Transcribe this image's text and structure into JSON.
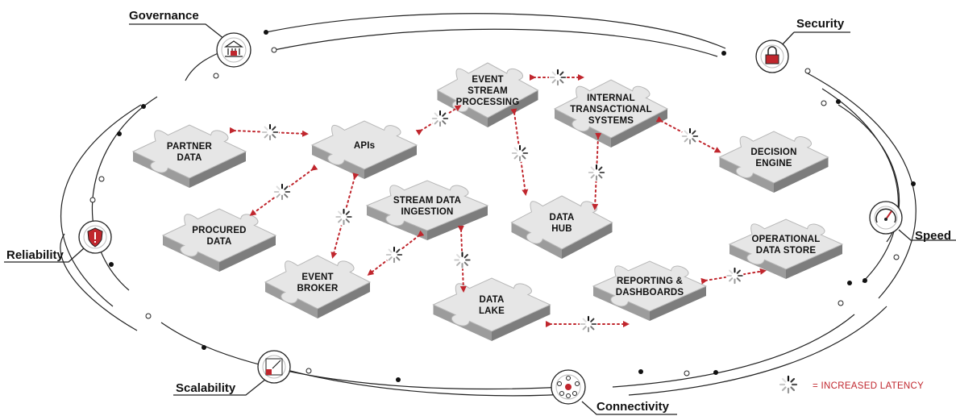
{
  "pieces": [
    {
      "id": "partner",
      "lines": [
        "PARTNER",
        "DATA"
      ]
    },
    {
      "id": "procured",
      "lines": [
        "PROCURED",
        "DATA"
      ]
    },
    {
      "id": "apis",
      "lines": [
        "APIs"
      ]
    },
    {
      "id": "esp",
      "lines": [
        "EVENT",
        "STREAM",
        "PROCESSING"
      ]
    },
    {
      "id": "its",
      "lines": [
        "INTERNAL",
        "TRANSACTIONAL",
        "SYSTEMS"
      ]
    },
    {
      "id": "decision",
      "lines": [
        "DECISION",
        "ENGINE"
      ]
    },
    {
      "id": "sdi",
      "lines": [
        "STREAM DATA",
        "INGESTION"
      ]
    },
    {
      "id": "datahub",
      "lines": [
        "DATA",
        "HUB"
      ]
    },
    {
      "id": "ods",
      "lines": [
        "OPERATIONAL",
        "DATA STORE"
      ]
    },
    {
      "id": "broker",
      "lines": [
        "EVENT",
        "BROKER"
      ]
    },
    {
      "id": "lake",
      "lines": [
        "DATA",
        "LAKE"
      ]
    },
    {
      "id": "reporting",
      "lines": [
        "REPORTING &",
        "DASHBOARDS"
      ]
    }
  ],
  "capabilities": [
    {
      "id": "governance",
      "label": "Governance",
      "icon": "bank-icon"
    },
    {
      "id": "security",
      "label": "Security",
      "icon": "lock-icon"
    },
    {
      "id": "speed",
      "label": "Speed",
      "icon": "speedometer-icon"
    },
    {
      "id": "reliability",
      "label": "Reliability",
      "icon": "shield-alert-icon"
    },
    {
      "id": "scalability",
      "label": "Scalability",
      "icon": "resize-icon"
    },
    {
      "id": "connectivity",
      "label": "Connectivity",
      "icon": "network-icon"
    }
  ],
  "legend": {
    "text": "= INCREASED LATENCY",
    "icon": "spinner-icon"
  },
  "colors": {
    "accent": "#c0262d",
    "piece_top": "#e6e6e6",
    "piece_side": "#9c9c9c",
    "line": "#222222"
  }
}
